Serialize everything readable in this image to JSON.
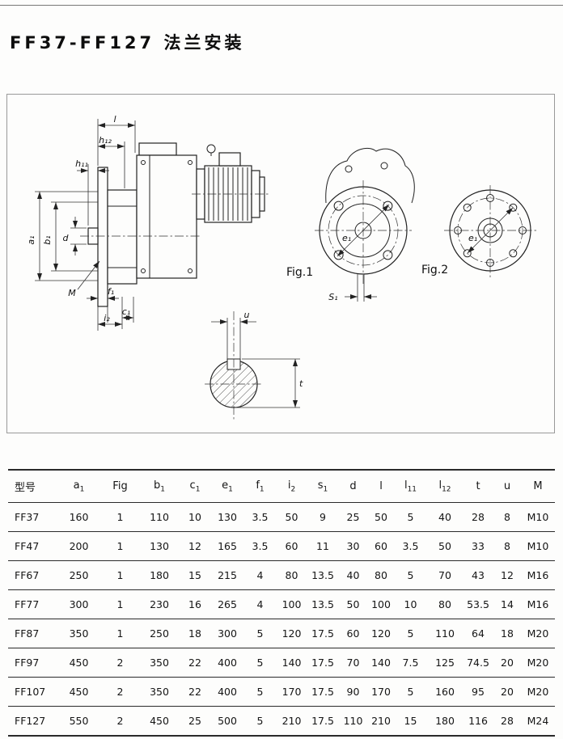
{
  "page": {
    "title": "FF37-FF127 法兰安装"
  },
  "drawing": {
    "labels": {
      "l": "l",
      "h12": "h₁₂",
      "h11": "h₁₁",
      "a1": "a₁",
      "b1": "b₁",
      "d": "d",
      "M": "M",
      "f1": "f₁",
      "i2": "i₂",
      "c1": "c₁",
      "e1": "e₁",
      "s1": "S₁",
      "u": "u",
      "t": "t",
      "fig1": "Fig.1",
      "fig2": "Fig.2"
    }
  },
  "table": {
    "headers": [
      {
        "text": "型号"
      },
      {
        "text": "a",
        "sub": "1"
      },
      {
        "text": "Fig"
      },
      {
        "text": "b",
        "sub": "1"
      },
      {
        "text": "c",
        "sub": "1"
      },
      {
        "text": "e",
        "sub": "1"
      },
      {
        "text": "f",
        "sub": "1"
      },
      {
        "text": "i",
        "sub": "2"
      },
      {
        "text": "s",
        "sub": "1"
      },
      {
        "text": "d"
      },
      {
        "text": "l"
      },
      {
        "text": "l",
        "sub": "11"
      },
      {
        "text": "l",
        "sub": "12"
      },
      {
        "text": "t"
      },
      {
        "text": "u"
      },
      {
        "text": "M"
      }
    ],
    "rows": [
      [
        "FF37",
        "160",
        "1",
        "110",
        "10",
        "130",
        "3.5",
        "50",
        "9",
        "25",
        "50",
        "5",
        "40",
        "28",
        "8",
        "M10"
      ],
      [
        "FF47",
        "200",
        "1",
        "130",
        "12",
        "165",
        "3.5",
        "60",
        "11",
        "30",
        "60",
        "3.5",
        "50",
        "33",
        "8",
        "M10"
      ],
      [
        "FF67",
        "250",
        "1",
        "180",
        "15",
        "215",
        "4",
        "80",
        "13.5",
        "40",
        "80",
        "5",
        "70",
        "43",
        "12",
        "M16"
      ],
      [
        "FF77",
        "300",
        "1",
        "230",
        "16",
        "265",
        "4",
        "100",
        "13.5",
        "50",
        "100",
        "10",
        "80",
        "53.5",
        "14",
        "M16"
      ],
      [
        "FF87",
        "350",
        "1",
        "250",
        "18",
        "300",
        "5",
        "120",
        "17.5",
        "60",
        "120",
        "5",
        "110",
        "64",
        "18",
        "M20"
      ],
      [
        "FF97",
        "450",
        "2",
        "350",
        "22",
        "400",
        "5",
        "140",
        "17.5",
        "70",
        "140",
        "7.5",
        "125",
        "74.5",
        "20",
        "M20"
      ],
      [
        "FF107",
        "450",
        "2",
        "350",
        "22",
        "400",
        "5",
        "170",
        "17.5",
        "90",
        "170",
        "5",
        "160",
        "95",
        "20",
        "M20"
      ],
      [
        "FF127",
        "550",
        "2",
        "450",
        "25",
        "500",
        "5",
        "210",
        "17.5",
        "110",
        "210",
        "15",
        "180",
        "116",
        "28",
        "M24"
      ]
    ]
  }
}
